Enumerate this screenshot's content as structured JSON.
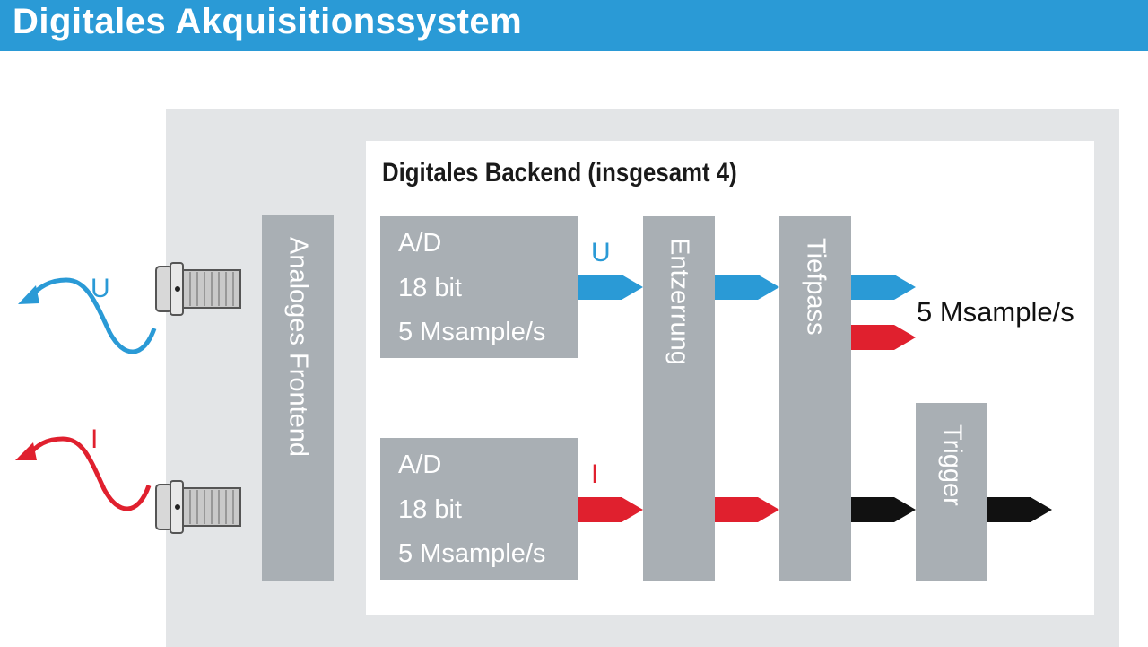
{
  "header": {
    "title": "Digitales Akquisitionssystem"
  },
  "backend": {
    "title": "Digitales Backend (insgesamt 4)"
  },
  "frontend": {
    "label": "Analoges Frontend"
  },
  "ad_top": {
    "line1": "A/D",
    "line2": "18 bit",
    "line3": "5 Msample/s"
  },
  "ad_bottom": {
    "line1": "A/D",
    "line2": "18 bit",
    "line3": "5 Msample/s"
  },
  "blocks": {
    "entzerrung": "Entzerrung",
    "tiefpass": "Tiefpass",
    "trigger": "Trigger"
  },
  "signals": {
    "voltage": "U",
    "current": "I"
  },
  "output": {
    "rate": "5 Msample/s"
  },
  "colors": {
    "header": "#2a9ad6",
    "voltage": "#2a9ad6",
    "current": "#e0202e",
    "trigger": "#111111",
    "block": "#a9afb4"
  }
}
